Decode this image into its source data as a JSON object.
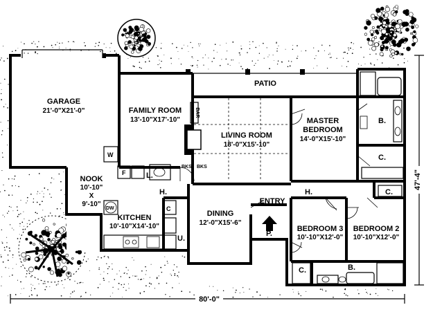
{
  "labels": {
    "garage": "GARAGE",
    "garage_dim": "21'-0\"X21'-0\"",
    "family_room": "FAMILY ROOM",
    "family_room_dim": "13'-10\"X17'-10\"",
    "patio": "PATIO",
    "living_room": "LIVING ROOM",
    "living_room_dim": "18'-0\"X15'-10\"",
    "master_bedroom_1": "MASTER",
    "master_bedroom_2": "BEDROOM",
    "master_bedroom_dim": "14'-0\"X15'-10\"",
    "nook": "NOOK",
    "nook_dim_1": "10'-10\"",
    "nook_dim_x": "X",
    "nook_dim_2": "9'-10\"",
    "kitchen": "KITCHEN",
    "kitchen_dim": "10'-10\"X14'-10\"",
    "dining": "DINING",
    "dining_dim": "12'-0\"X15'-6\"",
    "entry": "ENTRY",
    "bedroom3": "BEDROOM 3",
    "bedroom3_dim": "10'-10\"X12'-0\"",
    "bedroom2": "BEDROOM 2",
    "bedroom2_dim": "10'-10\"X12'-0\"",
    "hall_1": "H.",
    "hall_2": "H.",
    "bath_master": "B.",
    "bath_hall": "B.",
    "closet_master": "C.",
    "closet_hall": "C.",
    "closet_bed3": "C.",
    "closet_kitchen": "C",
    "laundry": "L.",
    "utility": "U.",
    "porch": "P.",
    "fridge": "F",
    "washer": "W",
    "dishwasher": "DW",
    "bookshelf_1": "BKS",
    "bookshelf_2": "BKS",
    "bar": "BAR",
    "width_dim": "80'-0\"",
    "depth_dim": "47'-4\""
  }
}
